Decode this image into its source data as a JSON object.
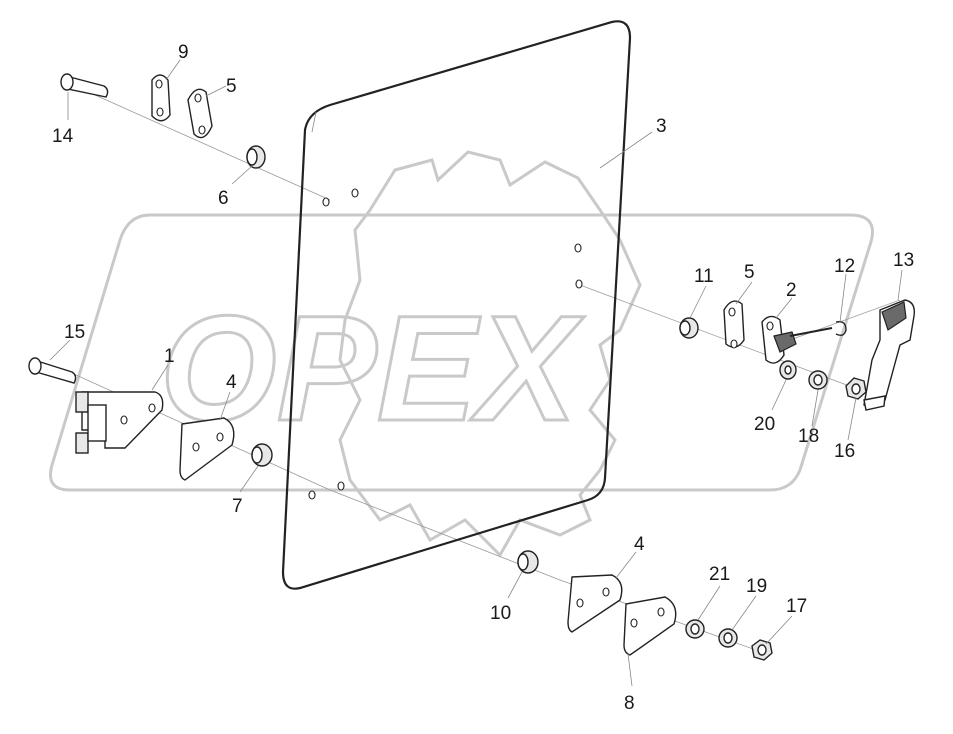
{
  "watermark": {
    "text": "OPEX"
  },
  "callouts": {
    "n1": "1",
    "n2": "2",
    "n3": "3",
    "n4a": "4",
    "n4b": "4",
    "n5a": "5",
    "n5b": "5",
    "n6": "6",
    "n7": "7",
    "n8": "8",
    "n9": "9",
    "n10": "10",
    "n11": "11",
    "n12": "12",
    "n13": "13",
    "n14": "14",
    "n15": "15",
    "n16": "16",
    "n17": "17",
    "n18": "18",
    "n19": "19",
    "n20": "20",
    "n21": "21"
  }
}
